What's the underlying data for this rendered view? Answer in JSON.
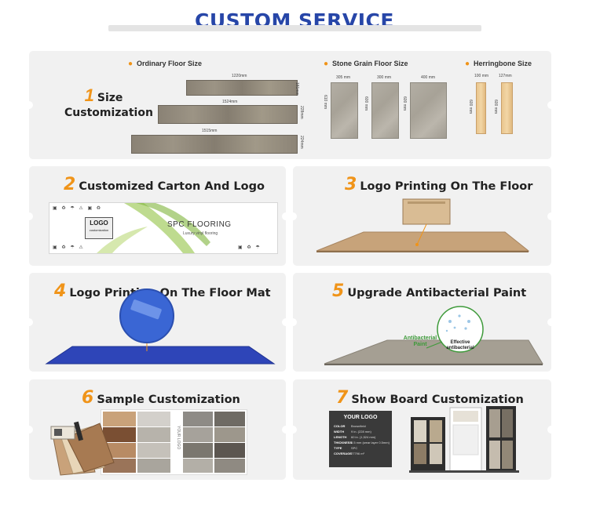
{
  "title": "CUSTOM SERVICE",
  "size_section": {
    "number": "1",
    "heading_line1": "Size",
    "heading_line2": "Customization",
    "ordinary_label": "Ordinary Floor Size",
    "stone_label": "Stone Grain Floor Size",
    "herringbone_label": "Herringbone  Size",
    "ordinary_planks": [
      {
        "length": "1220mm",
        "width": "181mm"
      },
      {
        "length": "1524mm",
        "width": "228mm"
      },
      {
        "length": "1515mm",
        "width": "224mm"
      }
    ],
    "stone_tiles": [
      {
        "width": "305 mm",
        "height": "610 mm"
      },
      {
        "width": "300 mm",
        "height": "600 mm"
      },
      {
        "width": "400 mm",
        "height": "600 mm"
      }
    ],
    "herringbone": [
      {
        "width": "100 mm",
        "height": "600 mm"
      },
      {
        "width": "127mm",
        "height": "600 mm"
      }
    ]
  },
  "panels": [
    {
      "number": "2",
      "heading": "Customized Carton And Logo"
    },
    {
      "number": "3",
      "heading": "Logo Printing On The Floor"
    },
    {
      "number": "4",
      "heading": "Logo Printing On The Floor Mat"
    },
    {
      "number": "5",
      "heading": "Upgrade Antibacterial Paint"
    },
    {
      "number": "6",
      "heading": "Sample Customization"
    },
    {
      "number": "7",
      "heading": "Show Board Customization"
    }
  ],
  "carton": {
    "logo_text": "LOGO",
    "logo_sub": "customization",
    "brand": "SPC  FLOORING",
    "tagline": "Luxury vinyl flooring"
  },
  "antibacterial": {
    "label": "Antibacterial Paint",
    "badge": "Effective antibacterial"
  },
  "sample": {
    "side_text": "YOUR LOGO"
  },
  "showboard": {
    "logo": "YOUR LOGO",
    "specs": [
      {
        "k": "COLOR",
        "v": "Brownfield"
      },
      {
        "k": "WIDTH",
        "v": "9 in. (228 mm)"
      },
      {
        "k": "LENGTH",
        "v": "60 in. (1,524 mm)"
      },
      {
        "k": "THICKNESS",
        "v": "5.5 mm (wear layer 0.5mm)"
      },
      {
        "k": "TYPE",
        "v": "SPC"
      },
      {
        "k": "COVERAGE",
        "v": "27796 m²"
      }
    ]
  },
  "colors": {
    "title": "#2746a8",
    "accent_number": "#f09419",
    "panel_bg": "#f1f1f1",
    "mat_blue": "#2e45b8",
    "antibacterial_green": "#3e9a3a"
  }
}
